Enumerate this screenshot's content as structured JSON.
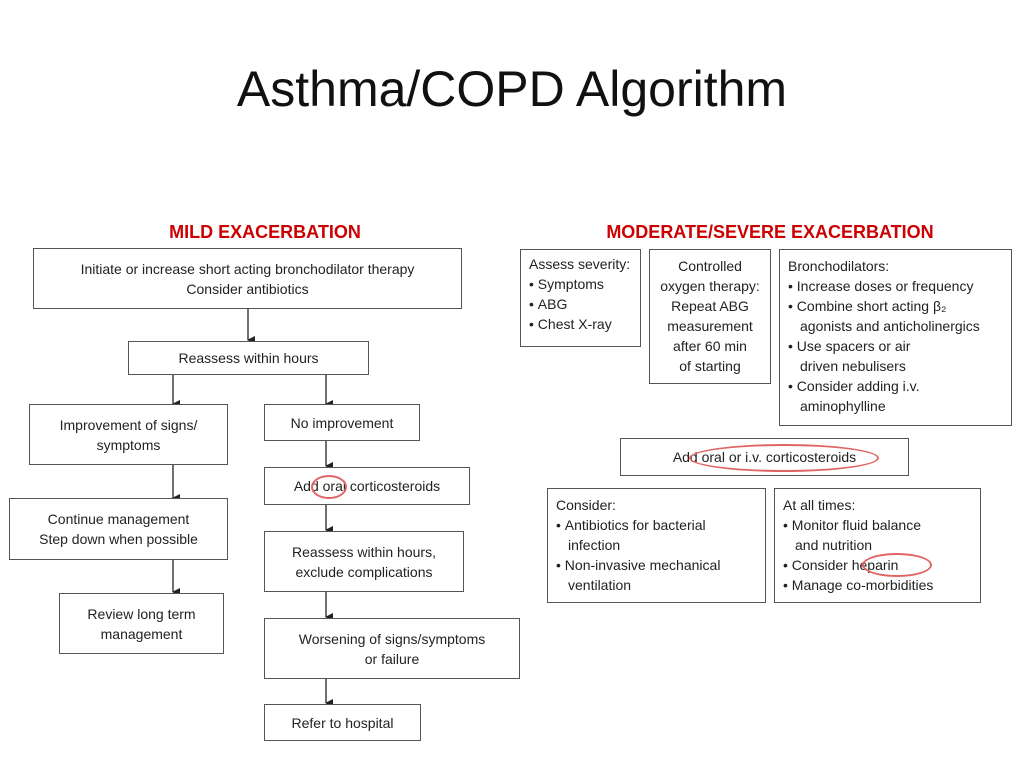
{
  "title": "Asthma/COPD Algorithm",
  "mild": {
    "heading": "MILD EXACERBATION",
    "initiate": [
      "Initiate or increase short acting bronchodilator therapy",
      "Consider antibiotics"
    ],
    "reassess": "Reassess within hours",
    "improvement": [
      "Improvement of signs/",
      "symptoms"
    ],
    "no_improvement": "No improvement",
    "continue": [
      "Continue management",
      "Step down when possible"
    ],
    "add_oral": "Add oral corticosteroids",
    "review": [
      "Review long term",
      "management"
    ],
    "reassess_exclude": [
      "Reassess within hours,",
      "exclude complications"
    ],
    "worsening": [
      "Worsening of signs/symptoms",
      "or failure"
    ],
    "refer": "Refer to hospital"
  },
  "severe": {
    "heading": "MODERATE/SEVERE EXACERBATION",
    "assess": {
      "title": "Assess severity:",
      "items": [
        "Symptoms",
        "ABG",
        "Chest X-ray"
      ]
    },
    "oxygen": [
      "Controlled",
      "oxygen therapy:",
      "Repeat ABG",
      "measurement",
      "after 60 min",
      "of starting"
    ],
    "bronchodilators": {
      "title": "Bronchodilators:",
      "lines": [
        {
          "text": "Increase doses or frequency",
          "bullet": true
        },
        {
          "text": "Combine short acting β₂",
          "bullet": true
        },
        {
          "text": "agonists and anticholinergics",
          "bullet": false
        },
        {
          "text": "Use spacers or air",
          "bullet": true
        },
        {
          "text": "driven nebulisers",
          "bullet": false
        },
        {
          "text": "Consider adding i.v.",
          "bullet": true
        },
        {
          "text": "aminophylline",
          "bullet": false
        }
      ]
    },
    "add_oral_iv": "Add oral or i.v. corticosteroids",
    "consider": {
      "title": "Consider:",
      "lines": [
        {
          "text": "Antibiotics for bacterial",
          "bullet": true
        },
        {
          "text": "infection",
          "bullet": false
        },
        {
          "text": "Non-invasive mechanical",
          "bullet": true
        },
        {
          "text": "ventilation",
          "bullet": false
        }
      ]
    },
    "at_all_times": {
      "title": "At all times:",
      "lines": [
        {
          "text": "Monitor fluid balance",
          "bullet": true
        },
        {
          "text": "and nutrition",
          "bullet": false
        },
        {
          "text": "Consider heparin",
          "bullet": true
        },
        {
          "text": "Manage co-morbidities",
          "bullet": true
        }
      ]
    }
  },
  "colors": {
    "heading": "#cc0000",
    "highlight_oval": "#e06666",
    "box_border": "#555555",
    "arrow": "#222222"
  }
}
